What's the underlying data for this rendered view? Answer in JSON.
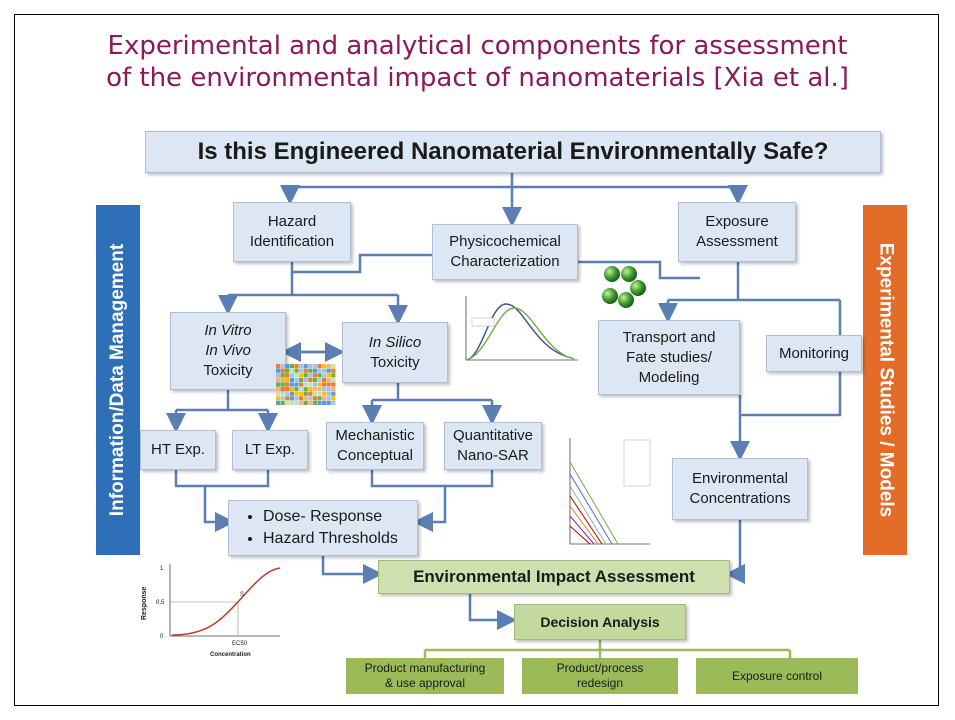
{
  "slide": {
    "title_line1": "Experimental and analytical components for assessment",
    "title_line2": "of the environmental impact of nanomaterials [Xia et al.]"
  },
  "diagram": {
    "top_question": "Is this Engineered Nanomaterial Environmentally Safe?",
    "left_bar": "Information/Data Management",
    "right_bar": "Experimental Studies / Models",
    "hazard_identification": [
      "Hazard",
      "Identification"
    ],
    "physicochemical": [
      "Physicochemical",
      "Characterization"
    ],
    "exposure_assessment": [
      "Exposure",
      "Assessment"
    ],
    "in_vitro_vivo": [
      "In Vitro",
      "In Vivo",
      "Toxicity"
    ],
    "in_silico": [
      "In Silico",
      "Toxicity"
    ],
    "transport_fate": [
      "Transport and",
      "Fate studies/",
      "Modeling"
    ],
    "monitoring": "Monitoring",
    "ht_exp": "HT Exp.",
    "lt_exp": "LT Exp.",
    "mechanistic": [
      "Mechanistic",
      "Conceptual"
    ],
    "quantitative": [
      "Quantitative",
      "Nano-SAR"
    ],
    "environmental_concentrations": [
      "Environmental",
      "Concentrations"
    ],
    "dose_response": [
      "Dose- Response",
      "Hazard Thresholds"
    ],
    "impact_assessment": "Environmental Impact Assessment",
    "decision_analysis": "Decision Analysis",
    "outcomes": [
      [
        "Product manufacturing",
        "& use approval"
      ],
      [
        "Product/process",
        "redesign"
      ],
      [
        "Exposure control"
      ]
    ]
  },
  "sigmoid_chart": {
    "ylabel": "Response",
    "xlabel": "Concentration",
    "yticks": [
      "1",
      "0.5",
      "0"
    ],
    "marker": "EC50",
    "point_label": "S"
  },
  "colors": {
    "title": "#8b1a5a",
    "left_bar": "#2e6fb7",
    "right_bar": "#e46c28",
    "box_blue": "#dde7f3",
    "box_green": "#cfe0b0",
    "outcome_olive": "#9bbb59",
    "arrow": "#5b7fb3"
  }
}
